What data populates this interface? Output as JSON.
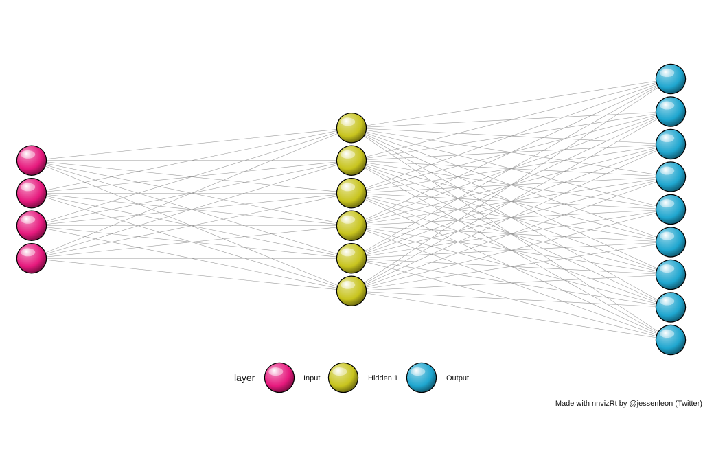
{
  "network": {
    "layers": [
      {
        "name": "Input",
        "nodes": 4,
        "color": "#e6197d"
      },
      {
        "name": "Hidden 1",
        "nodes": 6,
        "color": "#c8c41e"
      },
      {
        "name": "Output",
        "nodes": 9,
        "color": "#1fa6cf"
      }
    ],
    "edge_color": "#9a9a9a"
  },
  "legend": {
    "title": "layer",
    "items": [
      {
        "label": "Input",
        "color": "#e6197d"
      },
      {
        "label": "Hidden 1",
        "color": "#c8c41e"
      },
      {
        "label": "Output",
        "color": "#1fa6cf"
      }
    ]
  },
  "credit": "Made with nnvizRt by @jessenleon (Twitter)"
}
